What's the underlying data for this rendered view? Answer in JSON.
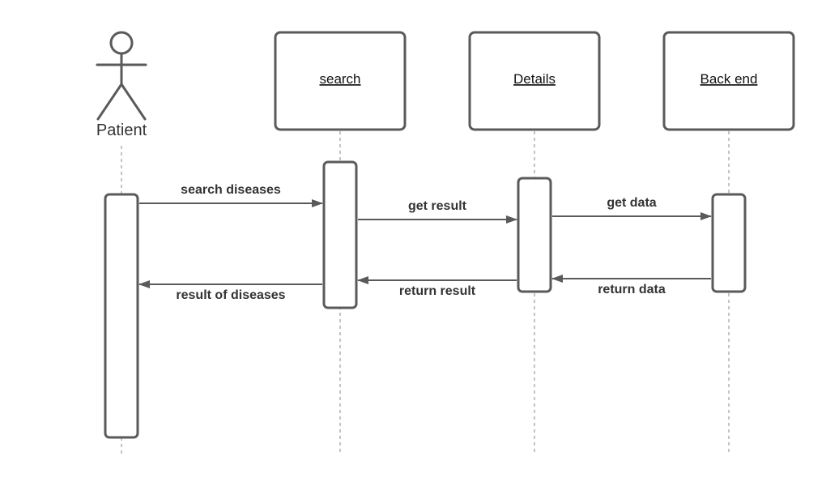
{
  "actor": {
    "label": "Patient"
  },
  "objects": [
    {
      "id": "search",
      "label": "search"
    },
    {
      "id": "details",
      "label": "Details"
    },
    {
      "id": "backend",
      "label": "Back end"
    }
  ],
  "messages": [
    {
      "id": "search-diseases",
      "label": "search diseases"
    },
    {
      "id": "get-result",
      "label": "get result"
    },
    {
      "id": "get-data",
      "label": "get data"
    },
    {
      "id": "return-data",
      "label": "return data"
    },
    {
      "id": "return-result",
      "label": "return result"
    },
    {
      "id": "result-of-diseases",
      "label": "result of diseases"
    }
  ],
  "colors": {
    "stroke": "#5a5a5a",
    "text": "#333333",
    "background": "#ffffff"
  }
}
